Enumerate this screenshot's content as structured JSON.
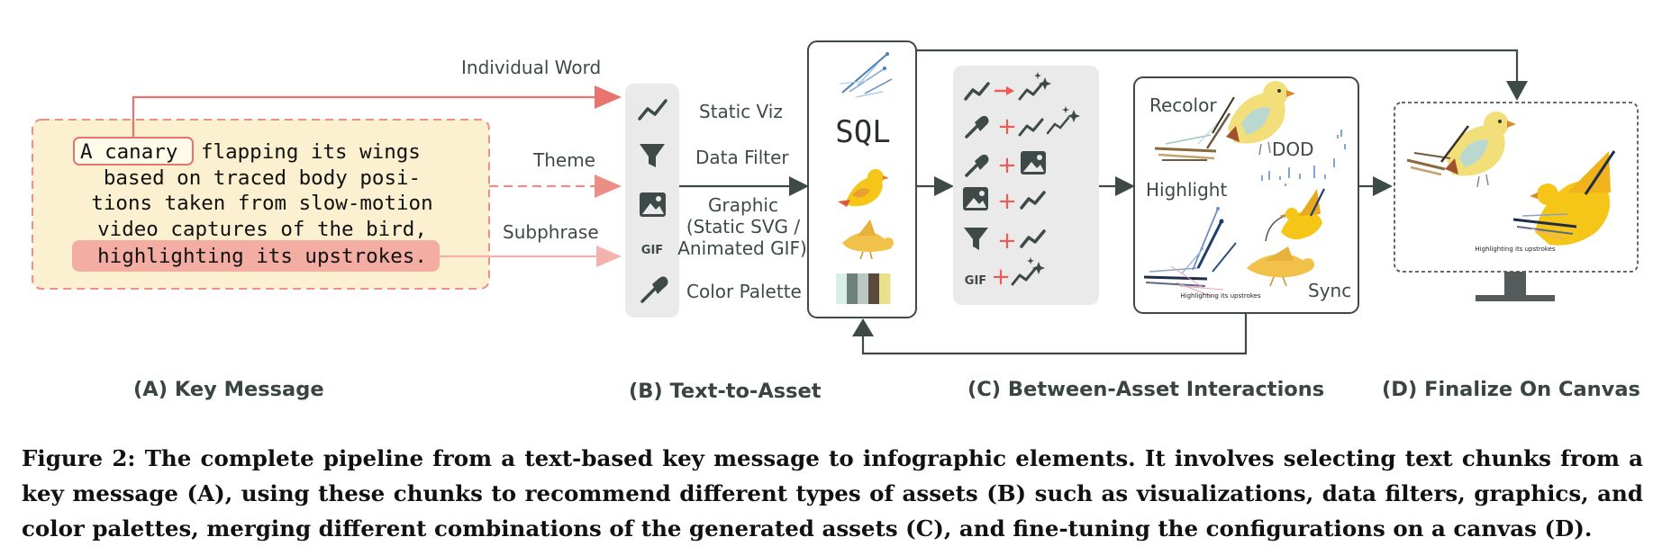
{
  "key_message": {
    "lines": [
      "flapping its wings",
      "based on traced body posi-",
      "tions taken from slow-motion",
      "video captures of the bird,",
      "highlighting its upstrokes."
    ],
    "selected_word": "A canary"
  },
  "chunk_labels": {
    "individual_word": "Individual Word",
    "theme": "Theme",
    "subphrase": "Subphrase"
  },
  "asset_types": {
    "static_viz": "Static Viz",
    "data_filter": "Data Filter",
    "graphic_line1": "Graphic",
    "graphic_line2": "(Static SVG /",
    "graphic_line3": "Animated GIF)",
    "color_palette": "Color Palette",
    "gif_badge": "GIF"
  },
  "assets_panel": {
    "sql": "SQL",
    "palette_colors": [
      "#d9eee6",
      "#6f7f7b",
      "#b9c9c2",
      "#5a4a3a",
      "#e9e08e"
    ]
  },
  "combo_list": {
    "gif_badge": "GIF"
  },
  "interactions": {
    "recolor": "Recolor",
    "dod": "DOD",
    "highlight": "Highlight",
    "sync": "Sync",
    "tiny_caption": "Highlighting its upstrokes"
  },
  "canvas": {
    "tiny_caption": "Highlighting its upstrokes"
  },
  "sections": {
    "a": "(A) Key Message",
    "b": "(B) Text-to-Asset",
    "c": "(C) Between-Asset Interactions",
    "d": "(D) Finalize On Canvas"
  },
  "caption": "Figure 2: The complete pipeline from a text-based key message to infographic elements. It involves selecting text chunks from a key message (A), using these chunks to recommend different types of assets (B) such as visualizations, data filters, graphics, and color palettes, merging different combinations of the generated assets (C), and fine-tuning the configurations on a canvas (D).",
  "colors": {
    "arrow_dark": "#3e4a47",
    "word_red": "#e8746f",
    "theme_red": "#ec8d86",
    "subphrase_pink": "#f3b2ad",
    "key_bg": "#fbf0cf",
    "highlight_bg": "#f4ada2",
    "plus_red": "#ee5a55",
    "canary": "#f5c518"
  }
}
